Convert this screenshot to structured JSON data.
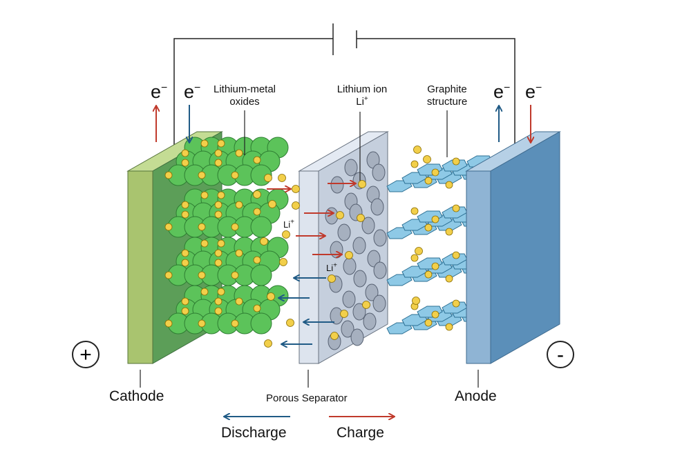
{
  "labels": {
    "electron": "e",
    "electron_sup": "−",
    "lithium_metal_oxides_1": "Lithium-metal",
    "lithium_metal_oxides_2": "oxides",
    "lithium_ion_1": "Lithium ion",
    "lithium_ion_2": "Li",
    "li": "Li",
    "plus_sup": "+",
    "graphite_1": "Graphite",
    "graphite_2": "structure",
    "cathode": "Cathode",
    "separator": "Porous Separator",
    "anode": "Anode",
    "positive": "+",
    "negative": "-",
    "discharge": "Discharge",
    "charge": "Charge"
  },
  "colors": {
    "charge_arrow": "#c0392b",
    "discharge_arrow": "#1f5a85",
    "cathode_front": "#a9c46f",
    "cathode_side": "#5c9e58",
    "anode_front": "#8fb4d4",
    "anode_side": "#5b8fb9",
    "separator": "#cfd8e6",
    "oxide_sphere": "#5cc35a",
    "li_ion": "#f2cf4a",
    "graphite": "#8ec9e6"
  }
}
